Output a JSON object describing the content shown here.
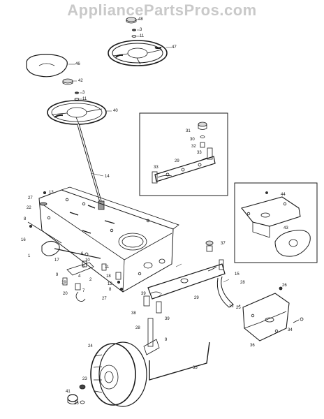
{
  "watermark": "AppliancePartsPros.com",
  "callouts": [
    {
      "id": "c48a",
      "text": "48"
    },
    {
      "id": "c3a",
      "text": "3"
    },
    {
      "id": "c11a",
      "text": "11"
    },
    {
      "id": "c47",
      "text": "47"
    },
    {
      "id": "c46",
      "text": "46"
    },
    {
      "id": "c42",
      "text": "42"
    },
    {
      "id": "c3b",
      "text": "3"
    },
    {
      "id": "c11b",
      "text": "11"
    },
    {
      "id": "c40",
      "text": "40"
    },
    {
      "id": "c14",
      "text": "14"
    },
    {
      "id": "c31",
      "text": "31"
    },
    {
      "id": "c30",
      "text": "30"
    },
    {
      "id": "c32",
      "text": "32"
    },
    {
      "id": "c33a",
      "text": "33"
    },
    {
      "id": "c29a",
      "text": "29"
    },
    {
      "id": "c33b",
      "text": "33"
    },
    {
      "id": "c44",
      "text": "44"
    },
    {
      "id": "c43",
      "text": "43"
    },
    {
      "id": "c27a",
      "text": "27"
    },
    {
      "id": "c13a",
      "text": "13"
    },
    {
      "id": "c22",
      "text": "22"
    },
    {
      "id": "c8a",
      "text": "8"
    },
    {
      "id": "c16",
      "text": "16"
    },
    {
      "id": "c1",
      "text": "1"
    },
    {
      "id": "c17",
      "text": "17"
    },
    {
      "id": "c6",
      "text": "6"
    },
    {
      "id": "c10",
      "text": "10"
    },
    {
      "id": "c5",
      "text": "5"
    },
    {
      "id": "c9",
      "text": "9"
    },
    {
      "id": "c19",
      "text": "19"
    },
    {
      "id": "c20",
      "text": "20"
    },
    {
      "id": "c4",
      "text": "4"
    },
    {
      "id": "c2",
      "text": "2"
    },
    {
      "id": "c7",
      "text": "7"
    },
    {
      "id": "c11c",
      "text": "11"
    },
    {
      "id": "c18",
      "text": "18"
    },
    {
      "id": "c13b",
      "text": "13"
    },
    {
      "id": "c8b",
      "text": "8"
    },
    {
      "id": "c27b",
      "text": "27"
    },
    {
      "id": "c37",
      "text": "37"
    },
    {
      "id": "c15",
      "text": "15"
    },
    {
      "id": "c28",
      "text": "28"
    },
    {
      "id": "c39a",
      "text": "39"
    },
    {
      "id": "c29b",
      "text": "29"
    },
    {
      "id": "c38",
      "text": "38"
    },
    {
      "id": "c39b",
      "text": "39"
    },
    {
      "id": "c12",
      "text": "12"
    },
    {
      "id": "c25a",
      "text": "25"
    },
    {
      "id": "c26",
      "text": "26"
    },
    {
      "id": "c28b",
      "text": "28"
    },
    {
      "id": "c9b",
      "text": "9"
    },
    {
      "id": "c34",
      "text": "34"
    },
    {
      "id": "c36",
      "text": "36"
    },
    {
      "id": "c24",
      "text": "24"
    },
    {
      "id": "c35",
      "text": "35"
    },
    {
      "id": "c23",
      "text": "23"
    },
    {
      "id": "c41",
      "text": "41"
    },
    {
      "id": "c25b",
      "text": "25"
    }
  ]
}
